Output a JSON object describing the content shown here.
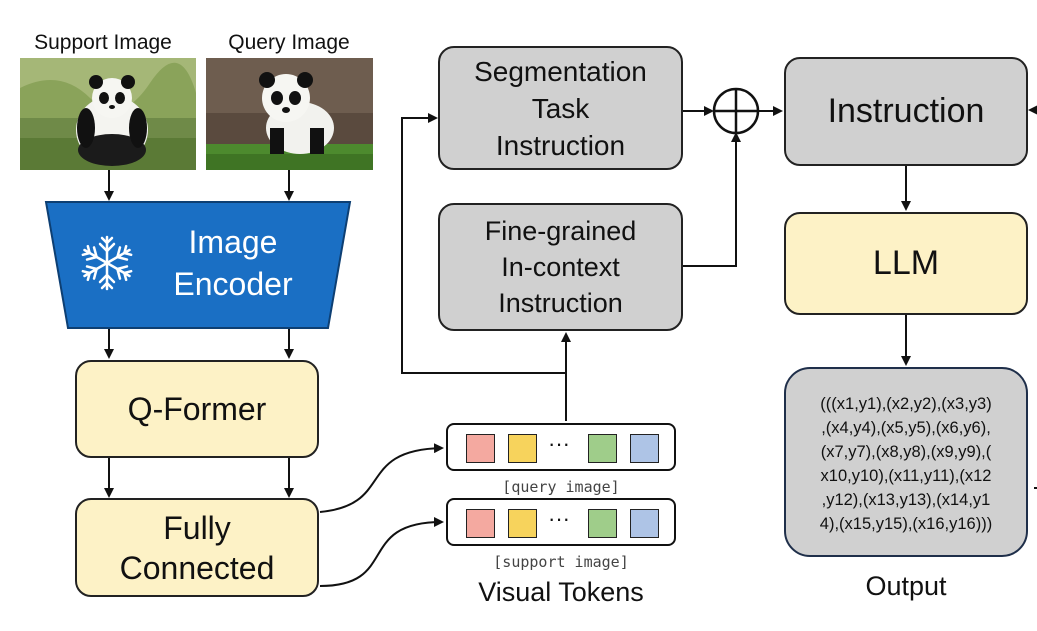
{
  "support_image": {
    "label": "Support Image"
  },
  "query_image": {
    "label": "Query Image"
  },
  "encoder": {
    "line1": "Image",
    "line2": "Encoder",
    "icon": "snowflake-icon"
  },
  "qformer": {
    "label": "Q-Former"
  },
  "fc": {
    "line1": "Fully",
    "line2": "Connected"
  },
  "seg_task": {
    "line1": "Segmentation",
    "line2": "Task",
    "line3": "Instruction"
  },
  "fine_grained": {
    "line1": "Fine-grained",
    "line2": "In-context",
    "line3": "Instruction"
  },
  "instruction": {
    "label": "Instruction"
  },
  "llm": {
    "label": "LLM"
  },
  "output_box": {
    "lines": [
      "(((x1,y1),(x2,y2),(x3,y3)",
      ",(x4,y4),(x5,y5),(x6,y6),",
      "(x7,y7),(x8,y8),(x9,y9),(",
      "x10,y10),(x11,y11),(x12",
      ",y12),(x13,y13),(x14,y1",
      "4),(x15,y15),(x16,y16)))"
    ]
  },
  "output_label": "Output",
  "visual_tokens": {
    "label": "Visual Tokens",
    "query_caption": "[query image]",
    "support_caption": "[support image]",
    "ellipsis": "···"
  },
  "colors": {
    "encoder_blue": "#1a6fc4",
    "grey_box": "#d0d0d0",
    "yellow_box": "#fdf2c6",
    "token_red": "#f4a9a0",
    "token_yellow": "#f7d35c",
    "token_green": "#9fcd8a",
    "token_blue": "#aec4e6"
  }
}
